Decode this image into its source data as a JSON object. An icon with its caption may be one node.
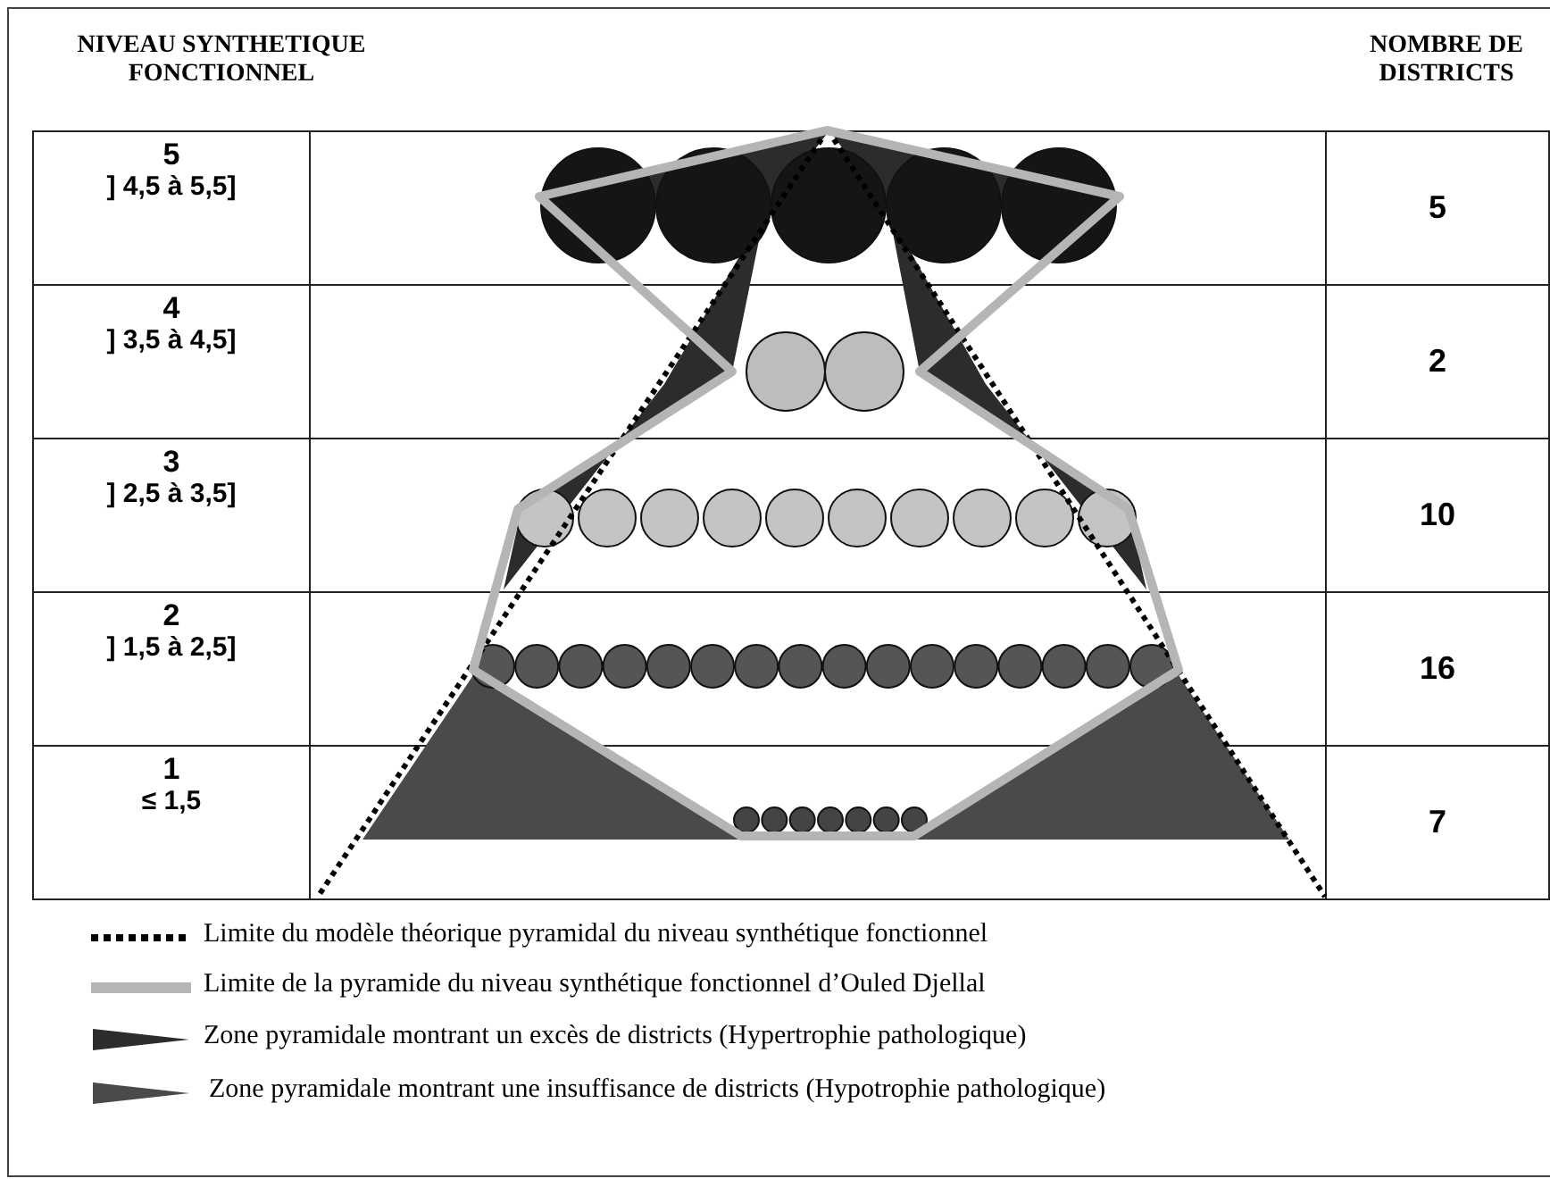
{
  "diagram": {
    "labels": [
      "NIVEAU SYNTHETIQUE FONCTIONNEL",
      "NOMBRE DE DISTRICTS",
      "5",
      "] 4,5 à 5,5]",
      "5",
      "4",
      "] 3,5 à 4,5]",
      "2",
      "3",
      "] 2,5 à 3,5]",
      "10",
      "2",
      "] 1,5 à 2,5]",
      "16",
      "1",
      "≤ 1,5",
      "7"
    ],
    "legend": [
      {
        "text": "Limite du modèle théorique pyramidal du niveau synthétique fonctionnel"
      },
      {
        "text": "Limite de la pyramide du niveau synthétique fonctionnel d’Ouled Djellal"
      },
      {
        "text": "Zone pyramidale montrant un excès de districts (Hypertrophie pathologique)"
      },
      {
        "text": "Zone pyramidale montrant une insuffisance de districts (Hypotrophie pathologique)"
      }
    ]
  }
}
